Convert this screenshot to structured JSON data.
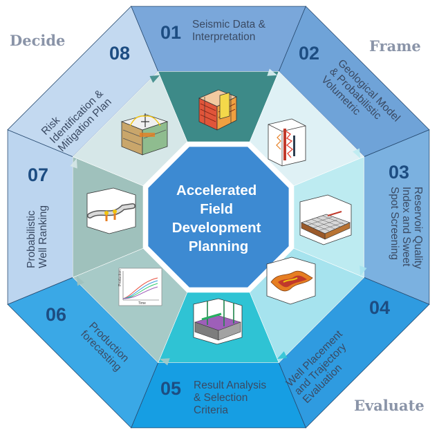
{
  "center": {
    "lines": [
      "Accelerated",
      "Field",
      "Development",
      "Planning"
    ]
  },
  "phases": {
    "decide": "Decide",
    "frame": "Frame",
    "evaluate": "Evaluate"
  },
  "segments": [
    {
      "number": "01",
      "lines": [
        "Seismic Data &",
        "Interpretation"
      ],
      "icon": "seismic-cube-icon"
    },
    {
      "number": "02",
      "lines": [
        "Geological Model",
        "& Probabilistic",
        "Volumetric"
      ],
      "icon": "well-log-icon"
    },
    {
      "number": "03",
      "lines": [
        "Reservoir Quality",
        "Index and Sweet",
        "Spot Screening"
      ],
      "icon": "grid-surface-icon"
    },
    {
      "number": "04",
      "lines": [
        "Well Placement",
        "and Trajectory",
        "Evaluation"
      ],
      "icon": "surface-map-icon"
    },
    {
      "number": "05",
      "lines": [
        "Result Analysis",
        "& Selection",
        "Criteria"
      ],
      "icon": "well-trajectory-icon"
    },
    {
      "number": "06",
      "lines": [
        "Production",
        "forecasting"
      ],
      "icon": "production-chart-icon"
    },
    {
      "number": "07",
      "lines": [
        "Probabilistic",
        "Well Ranking"
      ],
      "icon": "reservoir-channel-icon"
    },
    {
      "number": "08",
      "lines": [
        "Risk",
        "Identification &",
        "Mitigation Plan"
      ],
      "icon": "well-platform-icon"
    }
  ],
  "icon_text": {
    "chart_y": "Production",
    "chart_x": "Time"
  },
  "colors": {
    "outer": [
      "#7aa7da",
      "#6fa3d8",
      "#7bb1e0",
      "#2f9be0",
      "#169ee3",
      "#3aa8e6",
      "#bcd5ef",
      "#c3d9f0"
    ],
    "inner": [
      "#3d8a88",
      "#dff1f5",
      "#bdebf1",
      "#a6e3ee",
      "#2fc3d4",
      "#a7cac7",
      "#9fc1bc",
      "#d6e7e8"
    ],
    "center": "#3d8ad2",
    "number": "#1d4d82",
    "phase": "#8a94a8"
  }
}
